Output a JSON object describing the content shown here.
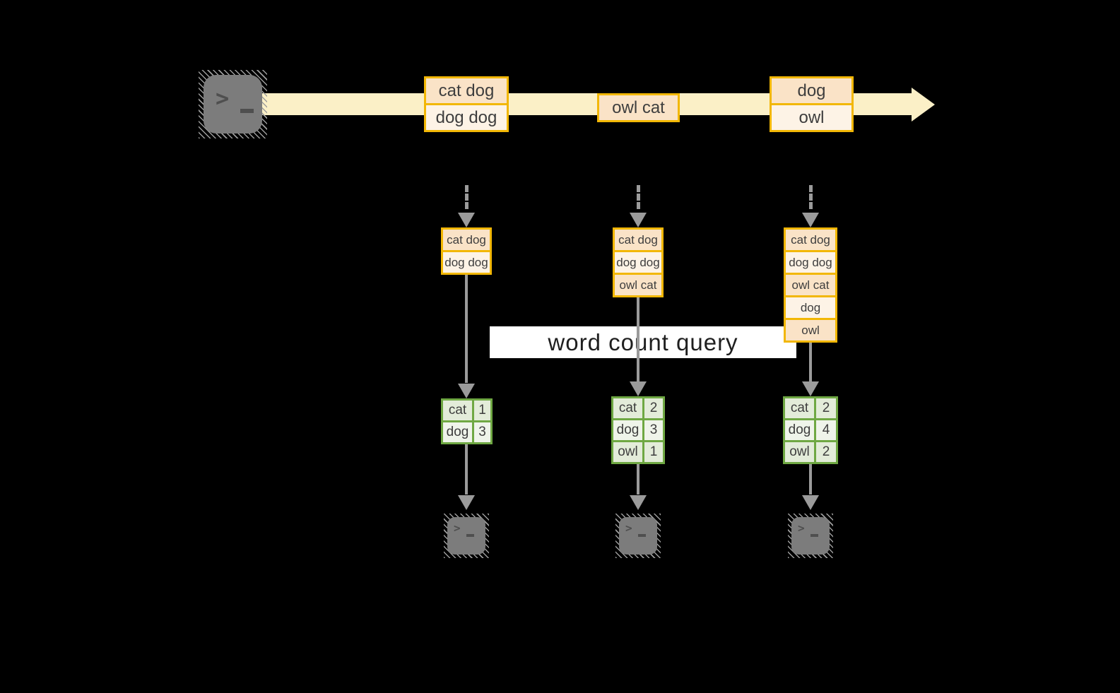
{
  "query_label": "word count query",
  "stream_events": [
    {
      "rows": [
        "cat dog",
        "dog dog"
      ]
    },
    {
      "rows": [
        "owl cat"
      ]
    },
    {
      "rows": [
        "dog",
        "owl"
      ]
    }
  ],
  "buffers": [
    {
      "rows": [
        "cat dog",
        "dog dog"
      ]
    },
    {
      "rows": [
        "cat dog",
        "dog dog",
        "owl cat"
      ]
    },
    {
      "rows": [
        "cat dog",
        "dog dog",
        "owl cat",
        "dog",
        "owl"
      ]
    }
  ],
  "count_tables": [
    {
      "rows": [
        {
          "word": "cat",
          "count": "1"
        },
        {
          "word": "dog",
          "count": "3"
        }
      ]
    },
    {
      "rows": [
        {
          "word": "cat",
          "count": "2"
        },
        {
          "word": "dog",
          "count": "3"
        },
        {
          "word": "owl",
          "count": "1"
        }
      ]
    },
    {
      "rows": [
        {
          "word": "cat",
          "count": "2"
        },
        {
          "word": "dog",
          "count": "4"
        },
        {
          "word": "owl",
          "count": "2"
        }
      ]
    }
  ],
  "icons": {
    "source": "terminal-icon",
    "sinks": [
      "terminal-icon",
      "terminal-icon",
      "terminal-icon"
    ],
    "glyph_chevron": ">"
  },
  "colors": {
    "background": "#000000",
    "stream_band": "#FBF0C7",
    "event_border": "#F2B705",
    "event_fill_dark": "#FAE3C7",
    "event_fill_light": "#FDF3E6",
    "table_border": "#6FA843",
    "table_fill_dark": "#E3ECD9",
    "table_fill_light": "#EFF4EA",
    "connector_gray": "#9B9B9B",
    "terminal_gray": "#7C7C7C",
    "query_label_bg": "#FFFFFF",
    "text": "#3E3E3E"
  }
}
